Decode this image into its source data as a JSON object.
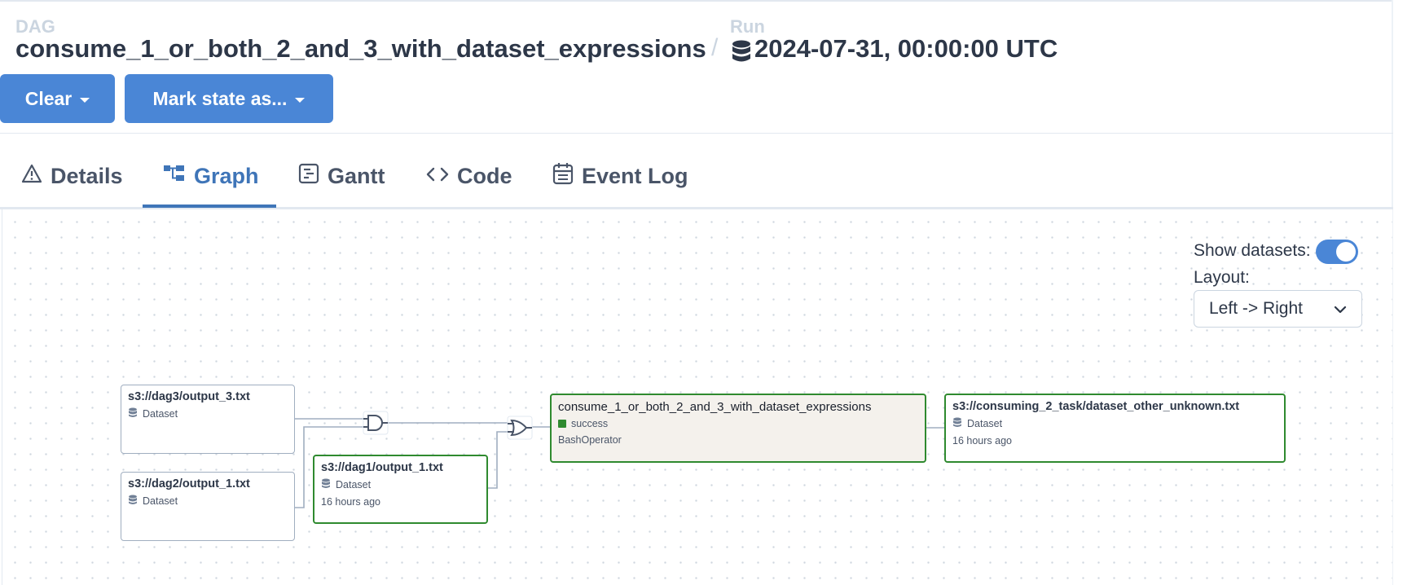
{
  "header": {
    "dag_label": "DAG",
    "dag_id": "consume_1_or_both_2_and_3_with_dataset_expressions",
    "separator": "/",
    "run_label": "Run",
    "run_id": "2024-07-31, 00:00:00 UTC"
  },
  "actions": {
    "clear_label": "Clear",
    "mark_state_label": "Mark state as..."
  },
  "tabs": [
    {
      "label": "Details",
      "icon": "warning-triangle-icon"
    },
    {
      "label": "Graph",
      "icon": "graph-icon",
      "active": true
    },
    {
      "label": "Gantt",
      "icon": "gantt-icon"
    },
    {
      "label": "Code",
      "icon": "code-icon"
    },
    {
      "label": "Event Log",
      "icon": "calendar-icon"
    }
  ],
  "graph_controls": {
    "show_datasets_label": "Show datasets:",
    "show_datasets_on": true,
    "layout_label": "Layout:",
    "layout_value": "Left -> Right"
  },
  "nodes": {
    "dag3_output": {
      "title": "s3://dag3/output_3.txt",
      "type": "Dataset"
    },
    "dag2_output": {
      "title": "s3://dag2/output_1.txt",
      "type": "Dataset"
    },
    "dag1_output": {
      "title": "s3://dag1/output_1.txt",
      "type": "Dataset",
      "updated": "16 hours ago"
    },
    "task": {
      "title": "consume_1_or_both_2_and_3_with_dataset_expressions",
      "state": "success",
      "operator": "BashOperator"
    },
    "consuming_output": {
      "title": "s3://consuming_2_task/dataset_other_unknown.txt",
      "type": "Dataset",
      "updated": "16 hours ago"
    }
  },
  "colors": {
    "accent": "#4a86d6",
    "success": "#2f8a2f",
    "edge": "#a0aec0"
  }
}
